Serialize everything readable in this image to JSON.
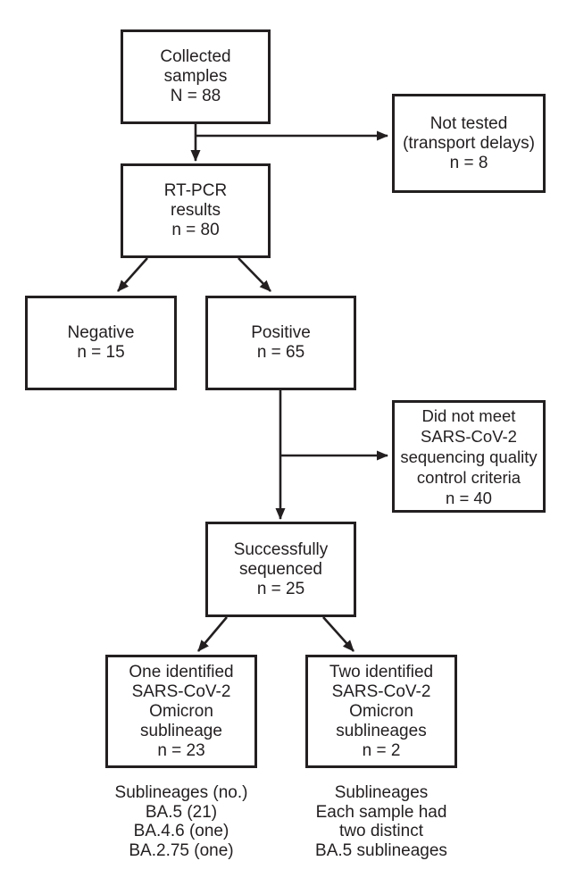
{
  "figure": {
    "kind": "flow-diagram",
    "background_color": "#ffffff",
    "line_color": "#231f20",
    "text_color": "#231f20"
  },
  "boxes": {
    "collected": {
      "text": "Collected\nsamples\nN = 88"
    },
    "not_tested": {
      "text": "Not tested\n(transport delays)\nn = 8"
    },
    "rt_pcr": {
      "text": "RT-PCR\nresults\nn = 80"
    },
    "negative": {
      "text": "Negative\nn = 15"
    },
    "positive": {
      "text": "Positive\nn = 65"
    },
    "qc_fail": {
      "text": "Did not meet\nSARS-CoV-2\nsequencing quality\ncontrol criteria\nn = 40"
    },
    "sequenced": {
      "text": "Successfully\nsequenced\nn = 25"
    },
    "one_sublineage": {
      "text": "One identified\nSARS-CoV-2\nOmicron\nsublineage\nn = 23"
    },
    "two_sublineages": {
      "text": "Two identified\nSARS-CoV-2\nOmicron\nsublineages\nn = 2"
    }
  },
  "notes": {
    "one_sublineage": "Sublineages (no.)\nBA.5 (21)\nBA.4.6 (one)\nBA.2.75 (one)",
    "two_sublineages": "Sublineages\nEach sample had\ntwo distinct\nBA.5 sublineages"
  },
  "edges": [
    {
      "from": "collected",
      "to": "rt_pcr"
    },
    {
      "from": "collected",
      "to": "not_tested"
    },
    {
      "from": "rt_pcr",
      "to": "negative"
    },
    {
      "from": "rt_pcr",
      "to": "positive"
    },
    {
      "from": "positive",
      "to": "sequenced"
    },
    {
      "from": "positive",
      "to": "qc_fail"
    },
    {
      "from": "sequenced",
      "to": "one_sublineage"
    },
    {
      "from": "sequenced",
      "to": "two_sublineages"
    }
  ]
}
